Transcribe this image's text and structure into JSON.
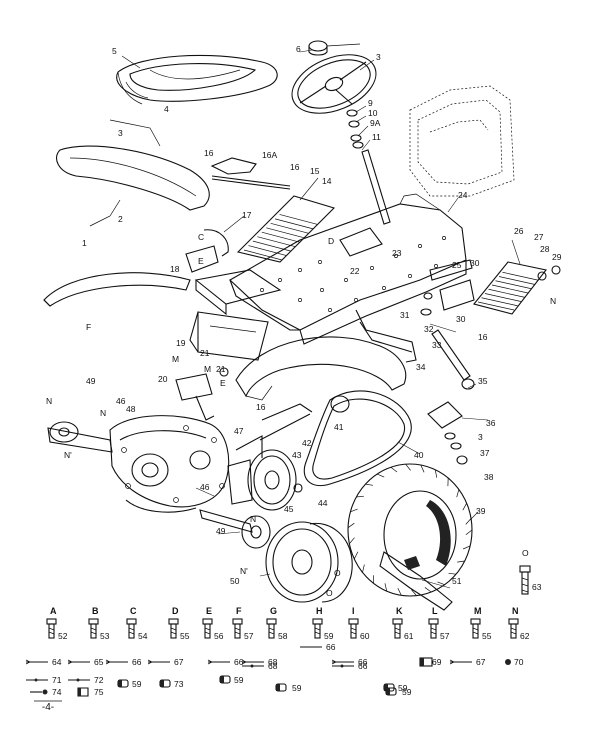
{
  "page_number": "4",
  "callouts": [
    {
      "id": "c5",
      "label": "5"
    },
    {
      "id": "c6",
      "label": "6"
    },
    {
      "id": "c3a",
      "label": "3"
    },
    {
      "id": "c4",
      "label": "4"
    },
    {
      "id": "c9",
      "label": "9"
    },
    {
      "id": "c10",
      "label": "10"
    },
    {
      "id": "c9a",
      "label": "9A"
    },
    {
      "id": "c11",
      "label": "11"
    },
    {
      "id": "c3b",
      "label": "3"
    },
    {
      "id": "c2",
      "label": "2"
    },
    {
      "id": "c16a",
      "label": "16"
    },
    {
      "id": "c16A",
      "label": "16A"
    },
    {
      "id": "c16b",
      "label": "16"
    },
    {
      "id": "c15",
      "label": "15"
    },
    {
      "id": "c14",
      "label": "14"
    },
    {
      "id": "c17",
      "label": "17"
    },
    {
      "id": "c1",
      "label": "1"
    },
    {
      "id": "c24",
      "label": "24"
    },
    {
      "id": "cD1",
      "label": "D"
    },
    {
      "id": "cC1",
      "label": "C"
    },
    {
      "id": "c22",
      "label": "22"
    },
    {
      "id": "c23",
      "label": "23"
    },
    {
      "id": "c18",
      "label": "18"
    },
    {
      "id": "cE1",
      "label": "E"
    },
    {
      "id": "c26",
      "label": "26"
    },
    {
      "id": "c27",
      "label": "27"
    },
    {
      "id": "c28",
      "label": "28"
    },
    {
      "id": "c29",
      "label": "29"
    },
    {
      "id": "c25",
      "label": "25"
    },
    {
      "id": "c30a",
      "label": "30"
    },
    {
      "id": "cNr",
      "label": "N"
    },
    {
      "id": "c31",
      "label": "31"
    },
    {
      "id": "c32",
      "label": "32"
    },
    {
      "id": "c30b",
      "label": "30"
    },
    {
      "id": "c16c",
      "label": "16"
    },
    {
      "id": "cF1",
      "label": "F"
    },
    {
      "id": "c19",
      "label": "19"
    },
    {
      "id": "c21a",
      "label": "21"
    },
    {
      "id": "c33",
      "label": "33"
    },
    {
      "id": "c34",
      "label": "34"
    },
    {
      "id": "c35",
      "label": "35"
    },
    {
      "id": "c49a",
      "label": "49"
    },
    {
      "id": "cM1",
      "label": "M"
    },
    {
      "id": "cM2",
      "label": "M"
    },
    {
      "id": "c20",
      "label": "20"
    },
    {
      "id": "c21b",
      "label": "21"
    },
    {
      "id": "cE2",
      "label": "E"
    },
    {
      "id": "c16d",
      "label": "16"
    },
    {
      "id": "cN1",
      "label": "N"
    },
    {
      "id": "cN2",
      "label": "N"
    },
    {
      "id": "c46a",
      "label": "46"
    },
    {
      "id": "c48",
      "label": "48"
    },
    {
      "id": "c36",
      "label": "36"
    },
    {
      "id": "c41",
      "label": "41"
    },
    {
      "id": "c42",
      "label": "42"
    },
    {
      "id": "c47",
      "label": "47"
    },
    {
      "id": "c43",
      "label": "43"
    },
    {
      "id": "c3c",
      "label": "3"
    },
    {
      "id": "c37",
      "label": "37"
    },
    {
      "id": "c38",
      "label": "38"
    },
    {
      "id": "cNp",
      "label": "N'"
    },
    {
      "id": "c40",
      "label": "40"
    },
    {
      "id": "c46b",
      "label": "46"
    },
    {
      "id": "c44",
      "label": "44"
    },
    {
      "id": "c45",
      "label": "45"
    },
    {
      "id": "c39",
      "label": "39"
    },
    {
      "id": "c49b",
      "label": "49"
    },
    {
      "id": "cN3",
      "label": "N"
    },
    {
      "id": "cNp2",
      "label": "N'"
    },
    {
      "id": "c50",
      "label": "50"
    },
    {
      "id": "cO1",
      "label": "O"
    },
    {
      "id": "c51",
      "label": "51"
    },
    {
      "id": "cO2",
      "label": "O"
    },
    {
      "id": "c63",
      "label": "63"
    },
    {
      "id": "cO3",
      "label": "O"
    }
  ],
  "hardware_row1": [
    {
      "letter": "A",
      "num": "52"
    },
    {
      "letter": "B",
      "num": "53"
    },
    {
      "letter": "C",
      "num": "54"
    },
    {
      "letter": "D",
      "num": "55"
    },
    {
      "letter": "E",
      "num": "56"
    },
    {
      "letter": "F",
      "num": "57"
    },
    {
      "letter": "G",
      "num": "58"
    },
    {
      "letter": "H",
      "num": "59"
    },
    {
      "letter": "I",
      "num": "60"
    },
    {
      "letter": "K",
      "num": "61"
    },
    {
      "letter": "L",
      "num": "57"
    },
    {
      "letter": "M",
      "num": "55"
    },
    {
      "letter": "N",
      "num": "62"
    }
  ],
  "row_h_extra": "66",
  "hardware_row2": [
    {
      "num": "64"
    },
    {
      "num": "65"
    },
    {
      "num": "66"
    },
    {
      "num": "67"
    },
    {
      "num": "66"
    },
    {
      "num": "68"
    },
    {
      "num": "66"
    },
    {
      "num": "69"
    },
    {
      "num": "67"
    },
    {
      "num": "70"
    }
  ],
  "hardware_row3": [
    {
      "num": "71"
    },
    {
      "num": "72"
    },
    {
      "num": "59"
    },
    {
      "num": "73"
    },
    {
      "num": "59"
    },
    {
      "num": "68"
    },
    {
      "num": "66"
    },
    {
      "num": "59"
    }
  ],
  "hardware_row4": [
    {
      "num": "74"
    },
    {
      "num": "75"
    },
    {
      "num": "59"
    },
    {
      "num": "59"
    }
  ]
}
